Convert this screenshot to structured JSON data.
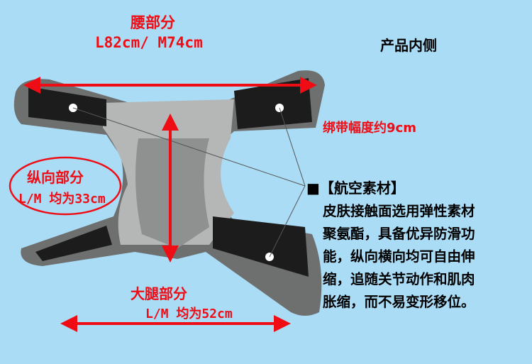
{
  "waist": {
    "title": "腰部分",
    "size": "L82cm/ M74cm"
  },
  "side_label": "产品内侧",
  "strap_width": "绑带幅度约9cm",
  "vertical": {
    "title": "纵向部分",
    "size": "L/M 均为33cm"
  },
  "thigh": {
    "title": "大腿部分",
    "size": "L/M 均为52cm"
  },
  "material": {
    "heading": "■【航空素材】",
    "lines": [
      "皮肤接触面选用弹性素材",
      "聚氨酯，具备优异防滑功",
      "能，纵向横向均可自由伸",
      "缩，追随关节动作和肌肉",
      "胀缩，而不易变形移位。"
    ]
  },
  "colors": {
    "background": "#aadcf6",
    "annotation": "#f00c14",
    "fabric": "#a9acaa",
    "pad": "#1c1c1c"
  }
}
